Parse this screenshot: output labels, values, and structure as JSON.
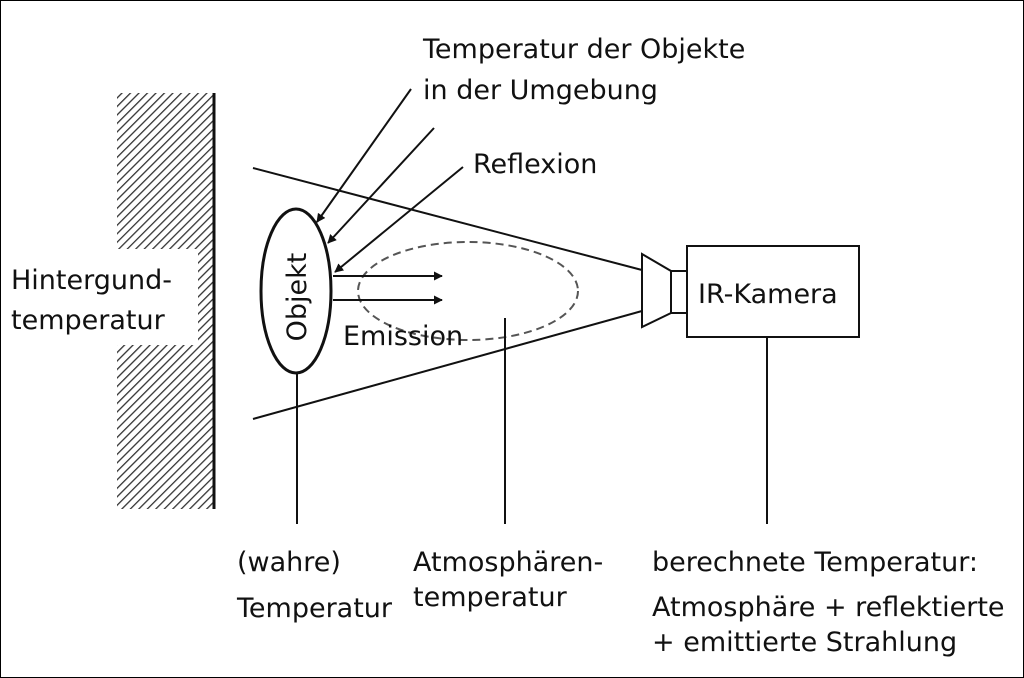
{
  "labels": {
    "surroundings_line1": "Temperatur der Objekte",
    "surroundings_line2": "in der Umgebung",
    "reflection": "Reflexion",
    "background_line1": "Hintergund-",
    "background_line2": "temperatur",
    "object": "Objekt",
    "emission": "Emission",
    "camera": "IR-Kamera",
    "true_temp_line1": "(wahre)",
    "true_temp_line2": "Temperatur",
    "atmosphere_line1": "Atmosphären-",
    "atmosphere_line2": "temperatur",
    "calculated_line1": "berechnete Temperatur:",
    "calculated_line2": "Atmosphäre + reflektierte",
    "calculated_line3": "+ emittierte Strahlung"
  }
}
